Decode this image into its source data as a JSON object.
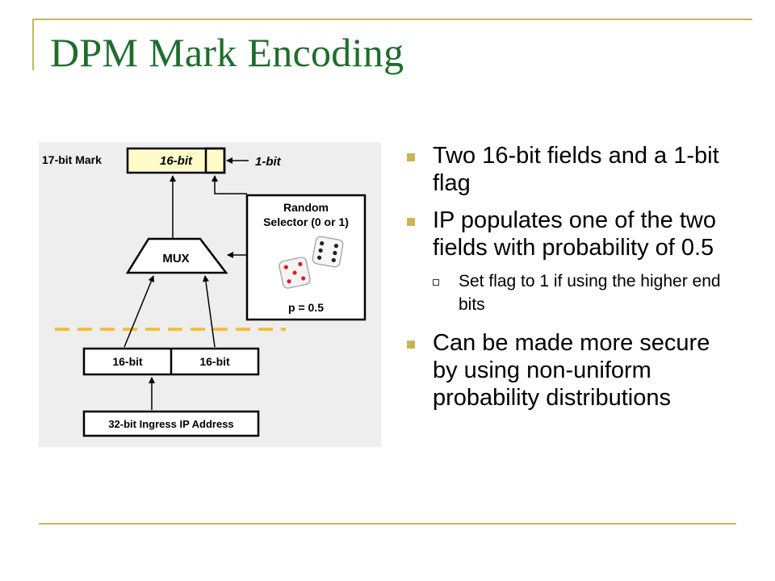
{
  "slide": {
    "title": "DPM Mark Encoding"
  },
  "diagram": {
    "mark_label": "17-bit Mark",
    "mark_field": "16-bit",
    "flag_label": "1-bit",
    "selector_line1": "Random",
    "selector_line2": "Selector (0 or 1)",
    "probability": "p = 0.5",
    "mux_label": "MUX",
    "field_a": "16-bit",
    "field_b": "16-bit",
    "ip_label": "32-bit Ingress IP Address"
  },
  "bullets": [
    {
      "text": "Two 16-bit fields and a 1-bit flag"
    },
    {
      "text": "IP populates one of the two fields with probability of 0.5",
      "sub": [
        {
          "text": "Set flag to 1 if using the higher end bits"
        }
      ]
    },
    {
      "text": "Can be made more secure by using non-uniform probability distributions"
    }
  ],
  "colors": {
    "title": "#1f6d2c",
    "accent": "#c9b458",
    "mark_field_fill": "#fffcc9",
    "dashed_line": "#f2c13a"
  }
}
